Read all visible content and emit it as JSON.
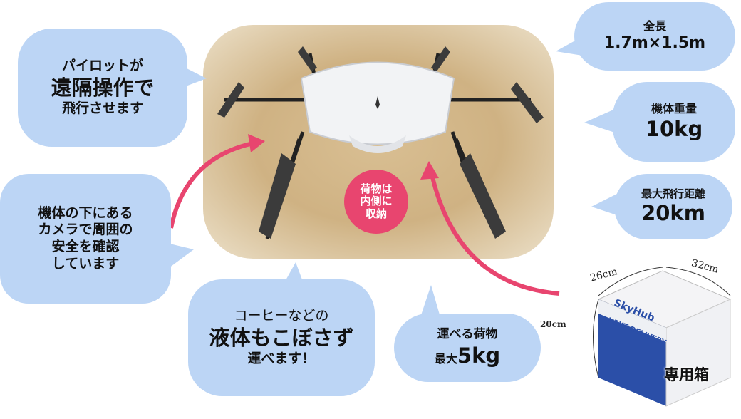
{
  "callouts": {
    "pilot": {
      "line1": "パイロットが",
      "line2": "遠隔操作で",
      "line3": "飛行させます"
    },
    "camera": {
      "line1": "機体の下にある",
      "line2": "カメラで周囲の",
      "line3": "安全を確認",
      "line4": "しています"
    },
    "size": {
      "label": "全長",
      "value": "1.7m×1.5m"
    },
    "weight": {
      "label": "機体重量",
      "value": "10kg"
    },
    "range": {
      "label": "最大飛行距離",
      "value": "20km"
    },
    "liquid": {
      "line1": "コーヒーなどの",
      "line2": "液体もこぼさず",
      "line3": "運べます！"
    },
    "payload": {
      "line1": "運べる荷物",
      "prefix": "最大",
      "value": "5kg"
    },
    "storage": {
      "line1": "荷物は",
      "line2": "内側に",
      "line3": "収納"
    }
  },
  "box": {
    "width": "26cm",
    "depth": "32cm",
    "height": "20cm",
    "brand": "SkyHub",
    "tagline": "NEXT DELIVERY",
    "caption": "専用箱"
  },
  "colors": {
    "bubble": "#bcd5f5",
    "accent": "#e8456f"
  }
}
